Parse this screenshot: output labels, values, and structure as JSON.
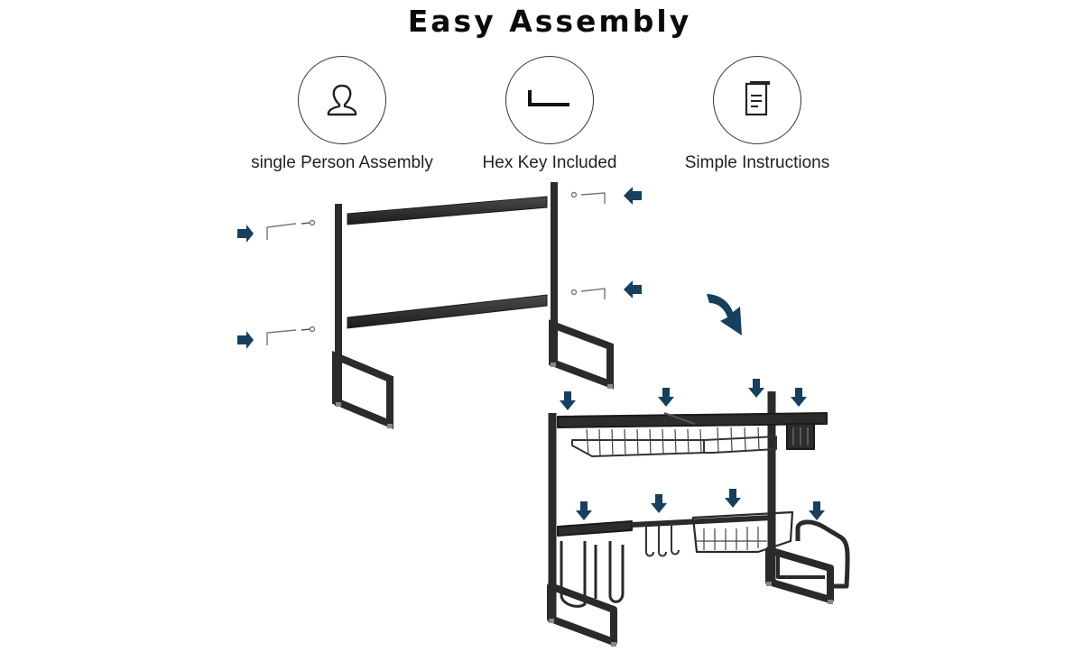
{
  "header": {
    "title": "Easy Assembly"
  },
  "features": [
    {
      "label": "single Person Assembly",
      "icon": "person-icon"
    },
    {
      "label": "Hex Key Included",
      "icon": "hex-key-icon"
    },
    {
      "label": "Simple Instructions",
      "icon": "document-icon"
    }
  ],
  "colors": {
    "frame": "#2b2b2b",
    "arrow": "#173f5f",
    "text": "#111111"
  }
}
